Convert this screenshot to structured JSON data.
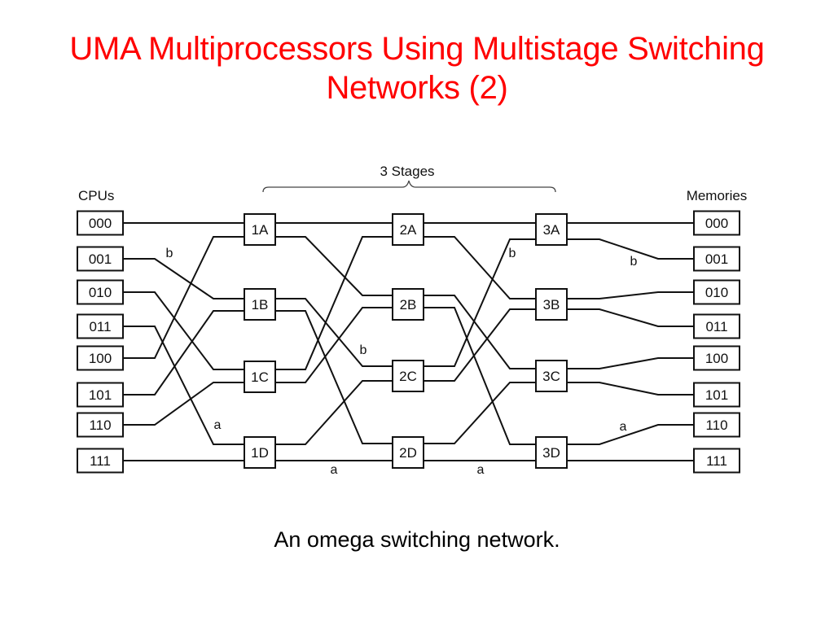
{
  "slide": {
    "title_line1": "UMA Multiprocessors Using Multistage Switching",
    "title_line2": "Networks (2)",
    "title_color": "#ff0000",
    "caption": "An omega switching network."
  },
  "diagram": {
    "stages_label": "3 Stages",
    "cpus_label": "CPUs",
    "memories_label": "Memories",
    "cpus": [
      "000",
      "001",
      "010",
      "011",
      "100",
      "101",
      "110",
      "111"
    ],
    "memories": [
      "000",
      "001",
      "010",
      "011",
      "100",
      "101",
      "110",
      "111"
    ],
    "switches": [
      [
        "1A",
        "1B",
        "1C",
        "1D"
      ],
      [
        "2A",
        "2B",
        "2C",
        "2D"
      ],
      [
        "3A",
        "3B",
        "3C",
        "3D"
      ]
    ],
    "path_labels": {
      "b_cpu_to_stage1": "b",
      "a_cpu_to_stage1": "a",
      "b_stage1_to_stage2": "b",
      "a_stage1_to_stage2": "a",
      "b_stage2_to_stage3": "b",
      "a_stage2_to_stage3": "a",
      "b_stage3_to_memory": "b",
      "a_stage3_to_memory": "a"
    },
    "connections": {
      "cpu_to_stage1": [
        {
          "cpu": "000",
          "switch": "1A",
          "port": 0
        },
        {
          "cpu": "001",
          "switch": "1B",
          "port": 0
        },
        {
          "cpu": "010",
          "switch": "1C",
          "port": 0
        },
        {
          "cpu": "011",
          "switch": "1D",
          "port": 0
        },
        {
          "cpu": "100",
          "switch": "1A",
          "port": 1
        },
        {
          "cpu": "101",
          "switch": "1B",
          "port": 1
        },
        {
          "cpu": "110",
          "switch": "1C",
          "port": 1
        },
        {
          "cpu": "111",
          "switch": "1D",
          "port": 1
        }
      ],
      "stage1_to_stage2": [
        {
          "from": "1A",
          "out": 0,
          "to": "2A",
          "in": 0
        },
        {
          "from": "1A",
          "out": 1,
          "to": "2B",
          "in": 0
        },
        {
          "from": "1B",
          "out": 0,
          "to": "2C",
          "in": 0
        },
        {
          "from": "1B",
          "out": 1,
          "to": "2D",
          "in": 0
        },
        {
          "from": "1C",
          "out": 0,
          "to": "2A",
          "in": 1
        },
        {
          "from": "1C",
          "out": 1,
          "to": "2B",
          "in": 1
        },
        {
          "from": "1D",
          "out": 0,
          "to": "2C",
          "in": 1
        },
        {
          "from": "1D",
          "out": 1,
          "to": "2D",
          "in": 1
        }
      ],
      "stage2_to_stage3": [
        {
          "from": "2A",
          "out": 0,
          "to": "3A",
          "in": 0
        },
        {
          "from": "2A",
          "out": 1,
          "to": "3B",
          "in": 0
        },
        {
          "from": "2B",
          "out": 0,
          "to": "3C",
          "in": 0
        },
        {
          "from": "2B",
          "out": 1,
          "to": "3D",
          "in": 0
        },
        {
          "from": "2C",
          "out": 0,
          "to": "3A",
          "in": 1
        },
        {
          "from": "2C",
          "out": 1,
          "to": "3B",
          "in": 1
        },
        {
          "from": "2D",
          "out": 0,
          "to": "3C",
          "in": 1
        },
        {
          "from": "2D",
          "out": 1,
          "to": "3D",
          "in": 1
        }
      ],
      "stage3_to_memory": [
        {
          "switch": "3A",
          "port": 0,
          "memory": "000"
        },
        {
          "switch": "3A",
          "port": 1,
          "memory": "001"
        },
        {
          "switch": "3B",
          "port": 0,
          "memory": "010"
        },
        {
          "switch": "3B",
          "port": 1,
          "memory": "011"
        },
        {
          "switch": "3C",
          "port": 0,
          "memory": "100"
        },
        {
          "switch": "3C",
          "port": 1,
          "memory": "101"
        },
        {
          "switch": "3D",
          "port": 0,
          "memory": "110"
        },
        {
          "switch": "3D",
          "port": 1,
          "memory": "111"
        }
      ]
    }
  }
}
